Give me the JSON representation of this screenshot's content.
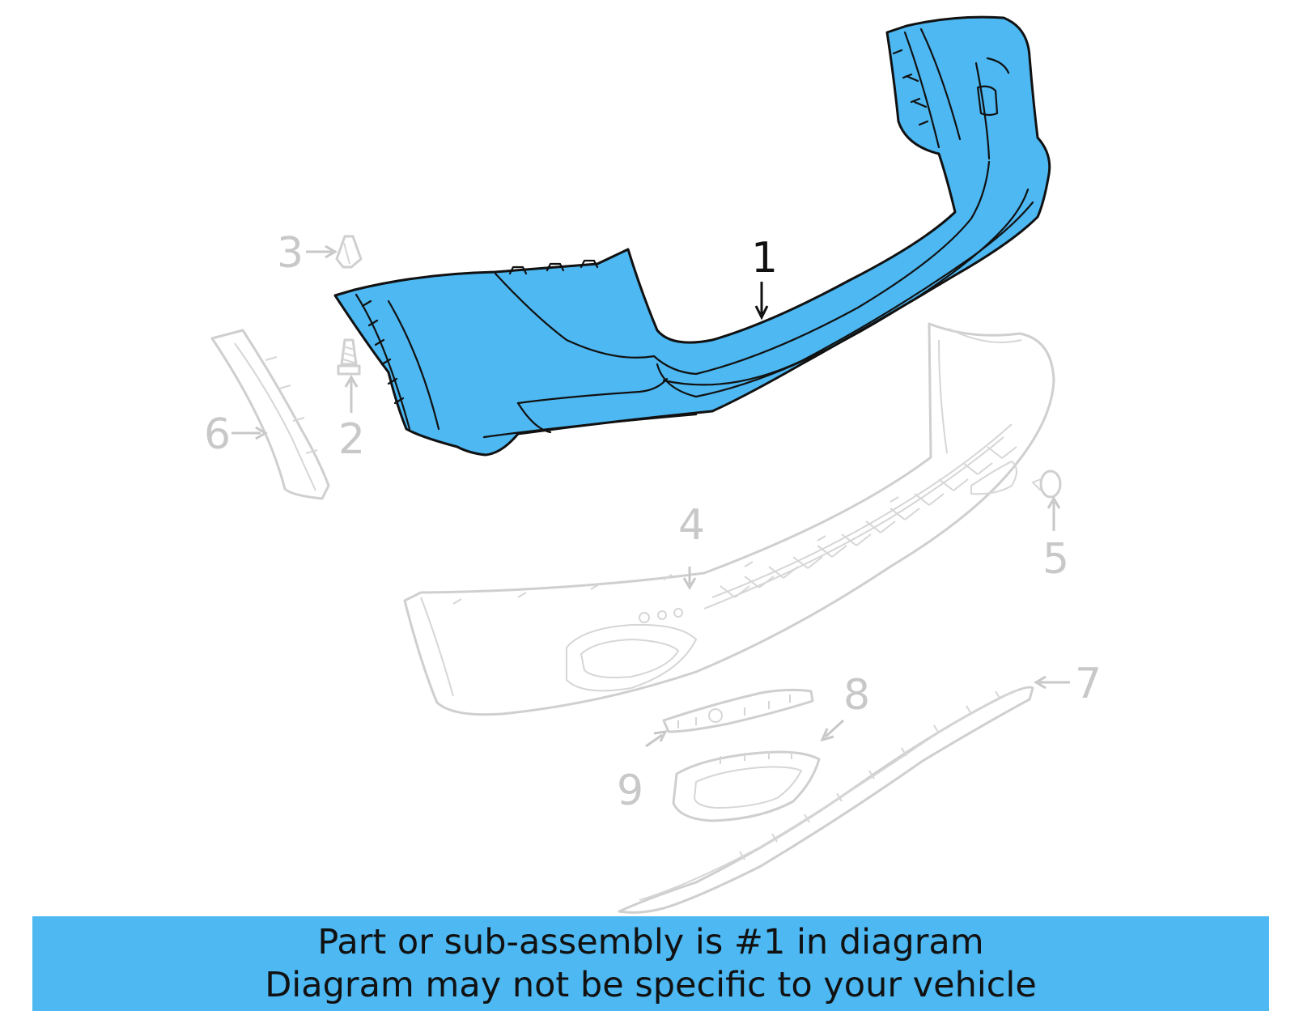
{
  "colors": {
    "highlight": "#4db8f2",
    "ghost_parts": "#cfcfcf",
    "outline": "#111111"
  },
  "callouts": {
    "c1": "1",
    "c2": "2",
    "c3": "3",
    "c4": "4",
    "c5": "5",
    "c6": "6",
    "c7": "7",
    "c8": "8",
    "c9": "9"
  },
  "highlighted_part": "1",
  "banner": {
    "line1": "Part or sub-assembly is #1 in diagram",
    "line2": "Diagram may not be specific to your vehicle"
  }
}
